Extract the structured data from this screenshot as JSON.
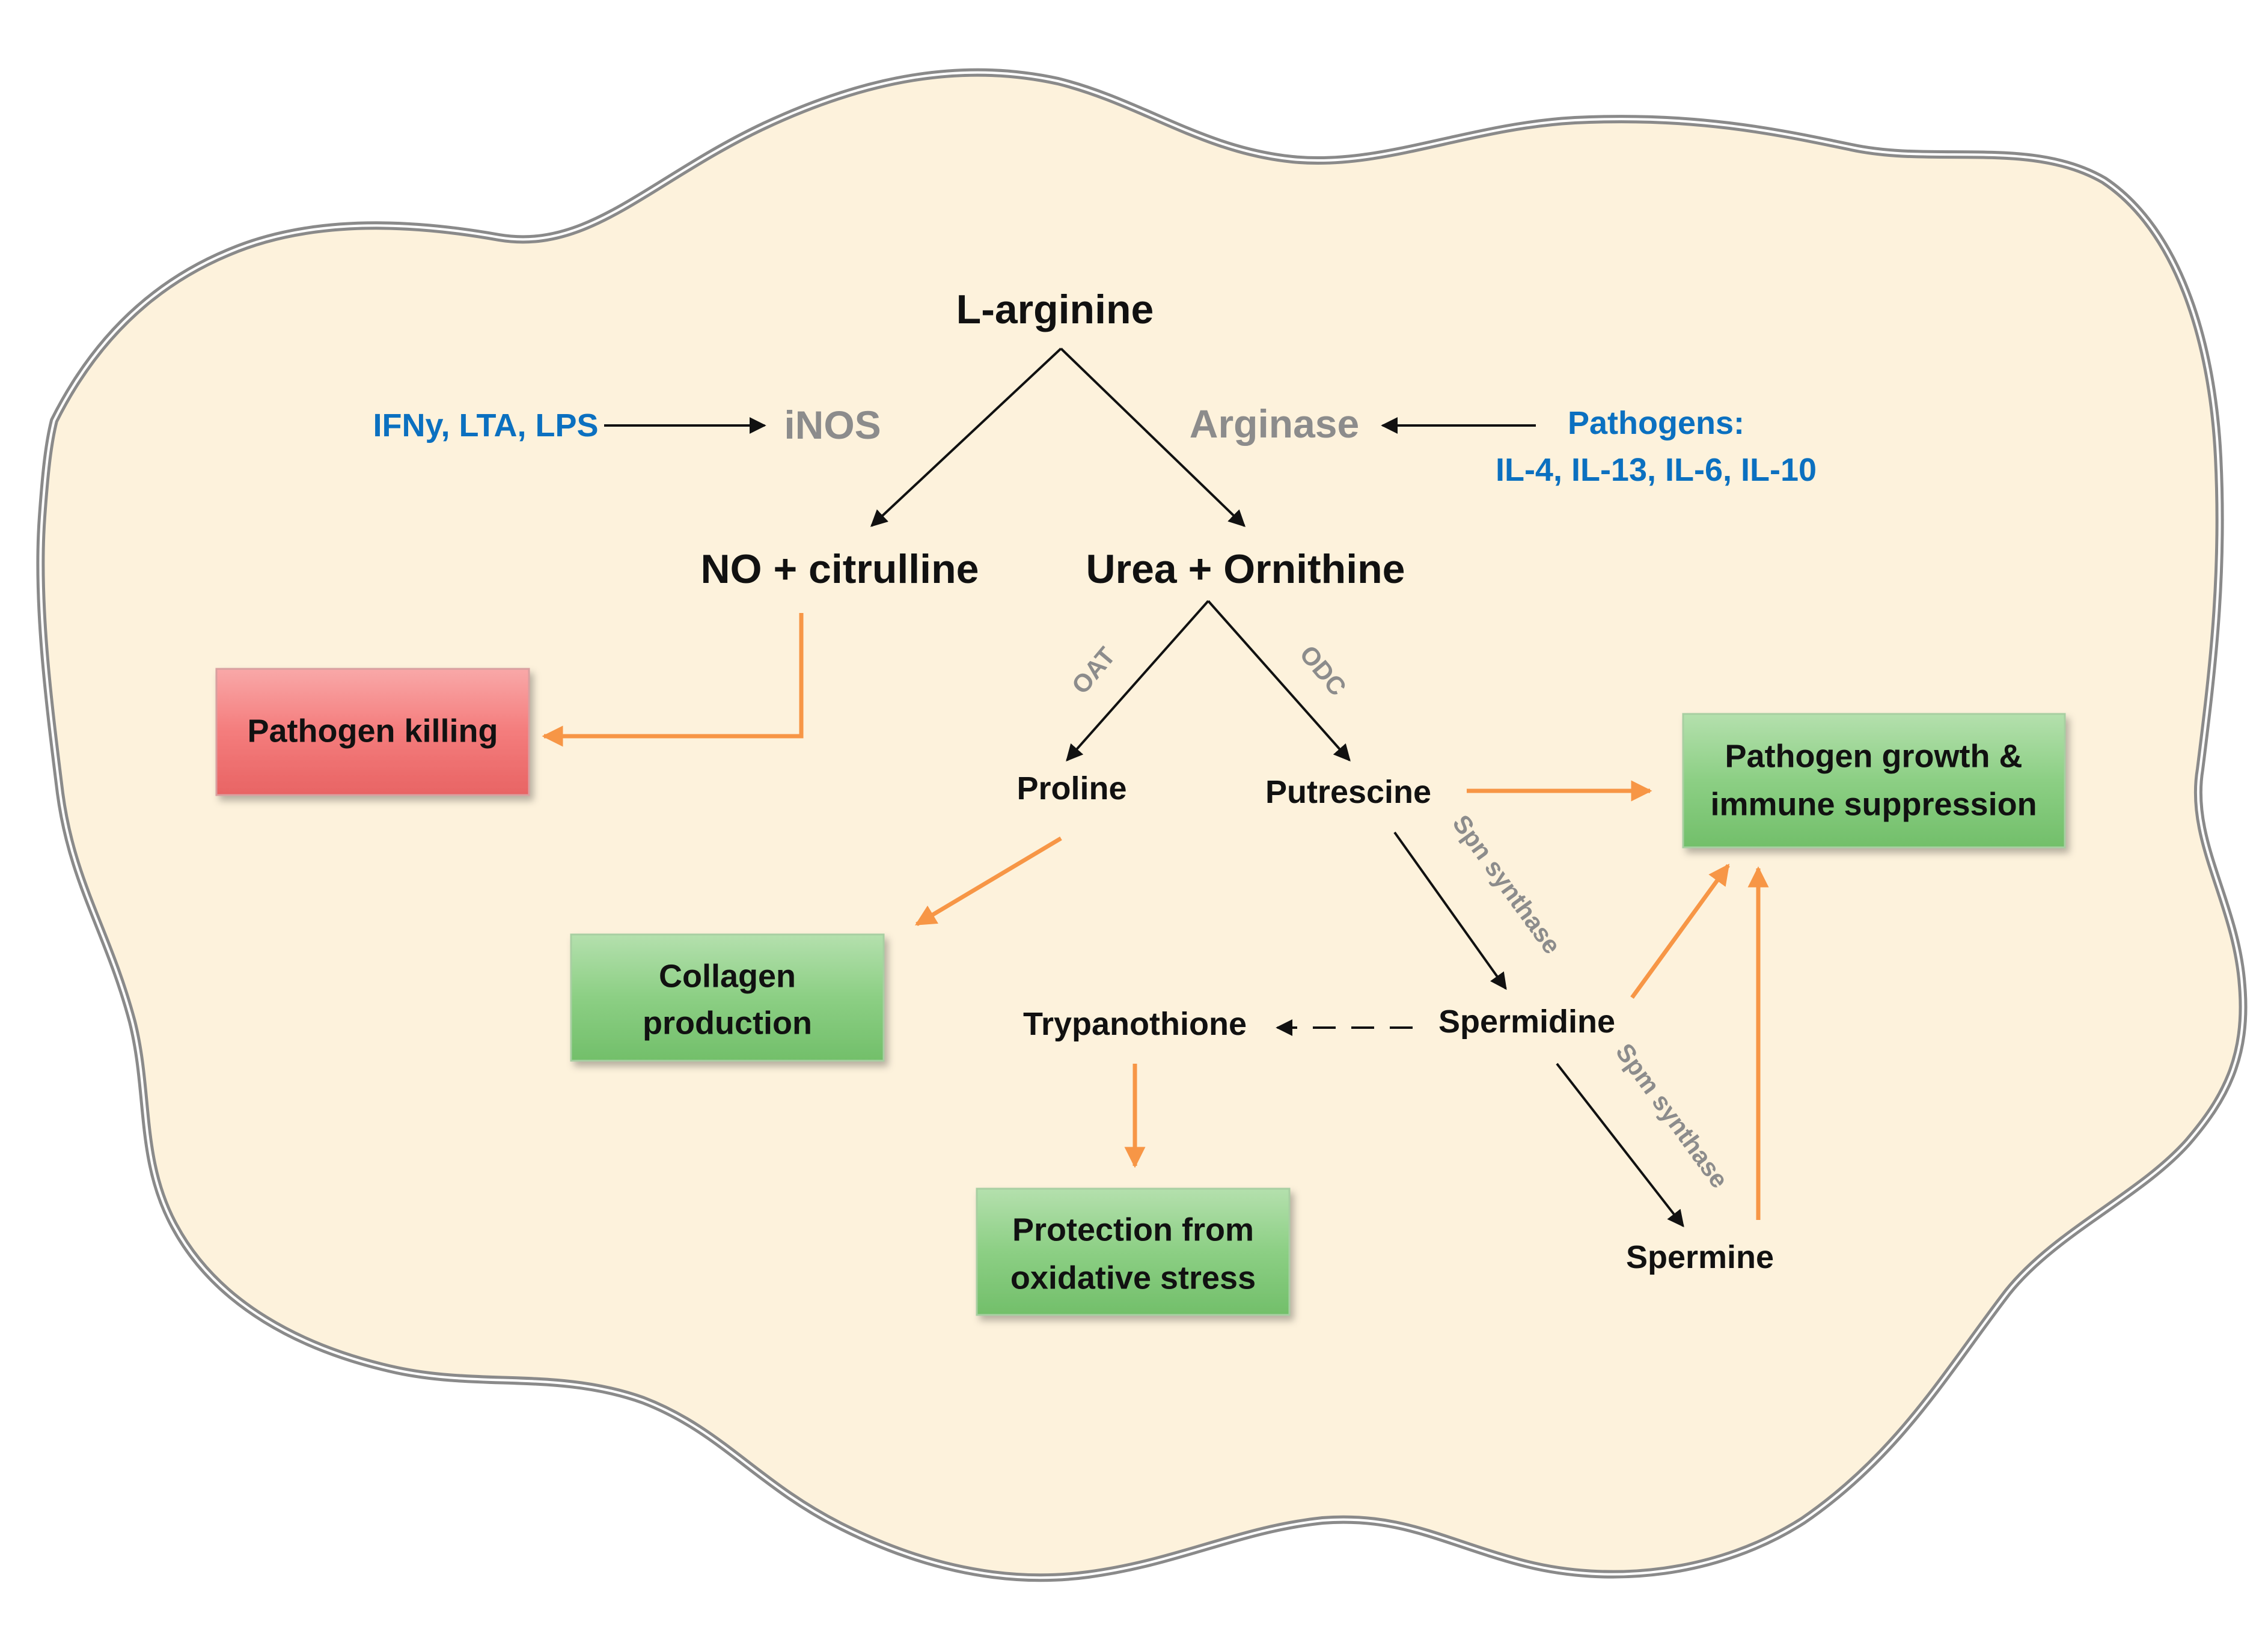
{
  "nodes": {
    "l_arginine": "L-arginine",
    "no_citrulline": "NO + citrulline",
    "urea_ornithine": "Urea + Ornithine",
    "proline": "Proline",
    "putrescine": "Putrescine",
    "spermidine": "Spermidine",
    "spermine": "Spermine",
    "trypanothione": "Trypanothione"
  },
  "enzymes": {
    "inos": "iNOS",
    "arginase": "Arginase",
    "oat": "OAT",
    "odc": "ODC",
    "spn_synthase": "Spn synthase",
    "spm_synthase": "Spm synthase"
  },
  "stimuli": {
    "inos_inducers": "IFNy, LTA, LPS",
    "arginase_inducers_line1": "Pathogens:",
    "arginase_inducers_line2": "IL-4, IL-13, IL-6, IL-10"
  },
  "outcomes": {
    "pathogen_killing": "Pathogen killing",
    "collagen_line1": "Collagen",
    "collagen_line2": "production",
    "protection_line1": "Protection from",
    "protection_line2": "oxidative stress",
    "growth_line1": "Pathogen growth &",
    "growth_line2": "immune suppression"
  },
  "colors": {
    "cell_fill": "#fdf2dc",
    "cell_outline": "#8a8a8a",
    "arrow_black": "#111111",
    "arrow_orange": "#f79646",
    "stimulus_blue": "#0b70c0",
    "enzyme_grey": "#8c8c8c",
    "box_red": "#f47c7c",
    "box_green": "#8ccf84"
  }
}
